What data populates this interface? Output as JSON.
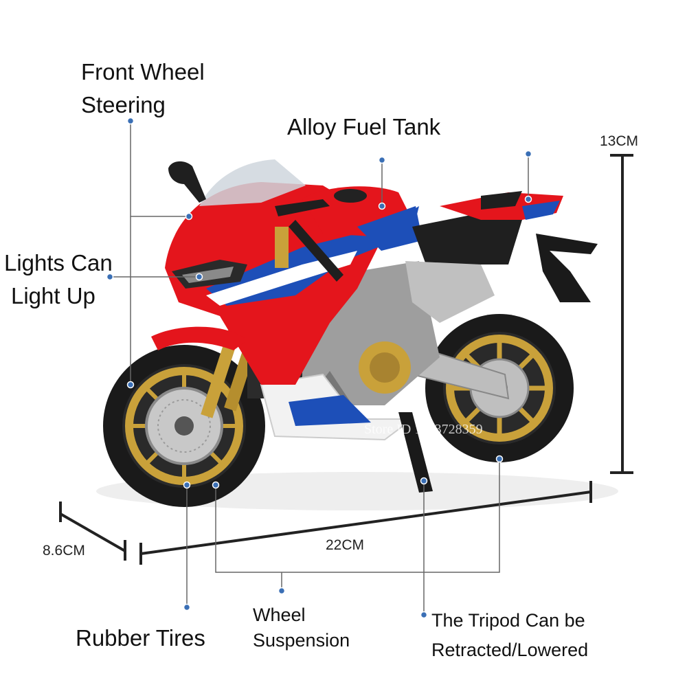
{
  "labels": {
    "front_wheel_steering": [
      "Front Wheel",
      "Steering"
    ],
    "alloy_fuel_tank": "Alloy Fuel Tank",
    "lights": [
      "Lights Can",
      "Light Up"
    ],
    "rubber_tires": "Rubber Tires",
    "wheel_suspension": [
      "Wheel",
      "Suspension"
    ],
    "tripod": [
      "The Tripod Can be",
      "Retracted/Lowered"
    ]
  },
  "dimensions": {
    "height": "13CM",
    "width": "8.6CM",
    "length": "22CM"
  },
  "watermark": "Store ID 1103728359",
  "colors": {
    "body_red": "#e4151c",
    "body_blue": "#1d4fb8",
    "body_white": "#f2f2f2",
    "rim_gold": "#c9a13a",
    "tire_black": "#1a1a1a",
    "dot_blue": "#3a6fb5",
    "line_gray": "#666666"
  }
}
